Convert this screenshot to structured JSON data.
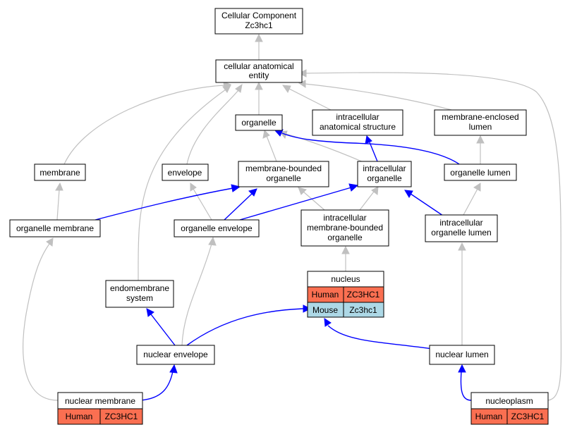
{
  "nodes": {
    "root": [
      "Cellular Component",
      "Zc3hc1"
    ],
    "cae": [
      "cellular anatomical",
      "entity"
    ],
    "organelle": [
      "organelle"
    ],
    "ias": [
      "intracellular",
      "anatomical structure"
    ],
    "mel": [
      "membrane-enclosed",
      "lumen"
    ],
    "membrane": [
      "membrane"
    ],
    "envelope": [
      "envelope"
    ],
    "mbo": [
      "membrane-bounded",
      "organelle"
    ],
    "io": [
      "intracellular",
      "organelle"
    ],
    "ol": [
      "organelle lumen"
    ],
    "om": [
      "organelle membrane"
    ],
    "oe": [
      "organelle envelope"
    ],
    "imbo": [
      "intracellular",
      "membrane-bounded",
      "organelle"
    ],
    "iol": [
      "intracellular",
      "organelle lumen"
    ],
    "nucleus": [
      "nucleus"
    ],
    "es": [
      "endomembrane",
      "system"
    ],
    "ne": [
      "nuclear envelope"
    ],
    "nl": [
      "nuclear lumen"
    ],
    "nm": [
      "nuclear membrane"
    ],
    "np": [
      "nucleoplasm"
    ]
  },
  "annotations": {
    "nucleus": [
      {
        "species": "Human",
        "gene": "ZC3HC1",
        "color": "#fa6f51"
      },
      {
        "species": "Mouse",
        "gene": "Zc3hc1",
        "color": "#add8e6"
      }
    ],
    "nm": [
      {
        "species": "Human",
        "gene": "ZC3HC1",
        "color": "#fa6f51"
      }
    ],
    "np": [
      {
        "species": "Human",
        "gene": "ZC3HC1",
        "color": "#fa6f51"
      }
    ]
  },
  "edge_colors": {
    "is_a": "#c0c0c0",
    "part_of": "#0000ff"
  }
}
